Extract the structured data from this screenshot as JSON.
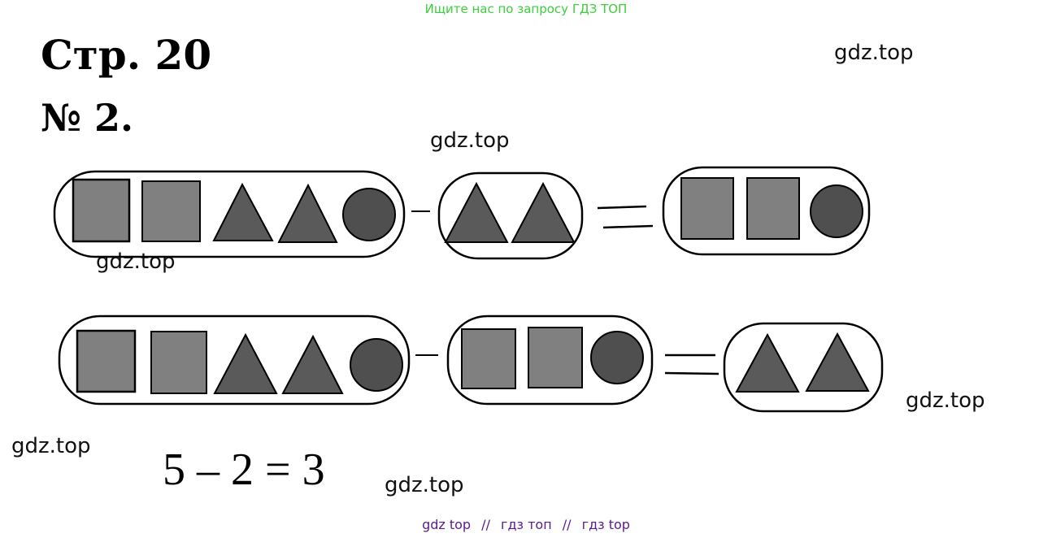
{
  "banner": "Ищите нас по запросу ГДЗ ТОП",
  "page_title": "Стр. 20",
  "task_number": "№ 2.",
  "watermarks": [
    "gdz.top",
    "gdz.top",
    "gdz.top",
    "gdz.top",
    "gdz.top",
    "gdz.top"
  ],
  "equation": "5 – 2 = 3",
  "footer": {
    "link1": "gdz top",
    "sep1": "//",
    "link2": "гдз топ",
    "sep2": "//",
    "link3": "гдз top"
  },
  "colors": {
    "square_fill": "#808080",
    "triangle_fill": "#5a5a5a",
    "circle_fill": "#4f4f4f",
    "banner_text": "#3ccf3c",
    "footer_links": "#5b1a8a"
  },
  "groups": {
    "row1": [
      {
        "items": [
          "square",
          "square",
          "triangle",
          "triangle",
          "circle"
        ]
      },
      {
        "items": [
          "triangle",
          "triangle"
        ]
      },
      {
        "items": [
          "square",
          "square",
          "circle"
        ]
      }
    ],
    "row2": [
      {
        "items": [
          "square",
          "square",
          "triangle",
          "triangle",
          "circle"
        ]
      },
      {
        "items": [
          "square",
          "square",
          "circle"
        ]
      },
      {
        "items": [
          "triangle",
          "triangle"
        ]
      }
    ]
  },
  "operators": {
    "row1": [
      "minus",
      "equals"
    ],
    "row2": [
      "minus",
      "equals"
    ]
  }
}
